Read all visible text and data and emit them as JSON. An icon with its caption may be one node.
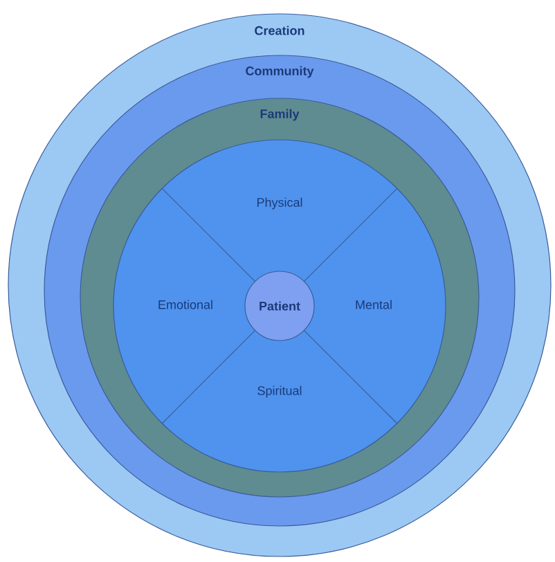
{
  "diagram": {
    "nodes": [
      {
        "text": [
          "Creation"
        ]
      },
      {
        "text": [
          "Community"
        ],
        "in": 0
      },
      {
        "text": [
          "Family"
        ],
        "in": 1
      },
      {
        "text": [],
        "shape": "circle",
        "in": 2
      },
      {
        "text": [
          "Physical"
        ],
        "in": 3
      },
      {
        "text": [
          "Emotional"
        ],
        "in": 3
      },
      {
        "text": [
          "Mental"
        ],
        "in": 3
      },
      {
        "text": [
          "Spiritual"
        ],
        "in": 3
      },
      {
        "text": [
          "Patient"
        ],
        "in": 3
      }
    ]
  }
}
